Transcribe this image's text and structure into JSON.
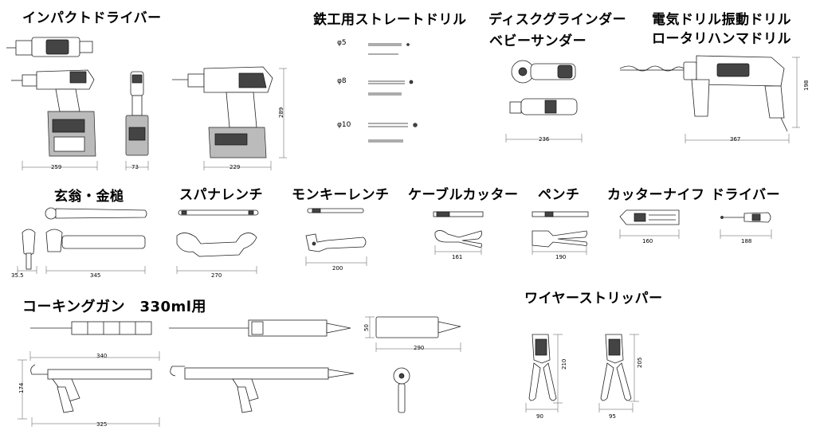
{
  "titles": {
    "impact_driver": "インパクトドライバー",
    "iron_drill": "鉄工用ストレートドリル",
    "disc_grinder": "ディスクグラインダー",
    "baby_sander": "ベビーサンダー",
    "electric_drill": "電気ドリル振動ドリル",
    "rotary_hammer": "ロータリハンマドリル",
    "hammer": "玄翁・金槌",
    "spanner": "スパナレンチ",
    "monkey_wrench": "モンキーレンチ",
    "cable_cutter": "ケーブルカッター",
    "pliers": "ペンチ",
    "cutter_knife": "カッターナイフ",
    "screwdriver": "ドライバー",
    "caulking_gun": "コーキングガン　330ml用",
    "wire_stripper": "ワイヤーストリッパー"
  },
  "drill_sizes": [
    "φ5",
    "φ8",
    "φ10"
  ],
  "dimensions": {
    "impact_driver_width": "259",
    "impact_driver_depth": "73",
    "impact_driver_alt_width": "229",
    "impact_driver_height": "289",
    "grinder_width": "236",
    "rotary_width": "367",
    "rotary_height": "198",
    "hammer_head": "35.5",
    "hammer_length": "345",
    "spanner_length": "270",
    "monkey_length": "200",
    "cable_cutter_length": "161",
    "pliers_length": "190",
    "cutter_knife_length": "160",
    "screwdriver_length": "188",
    "caulk_top_width": "340",
    "caulk_height": "174",
    "caulk_bottom_width": "325",
    "cartridge_diameter": "50",
    "cartridge_length": "290",
    "stripper1_height": "210",
    "stripper1_width": "90",
    "stripper2_height": "205",
    "stripper2_width": "95"
  }
}
